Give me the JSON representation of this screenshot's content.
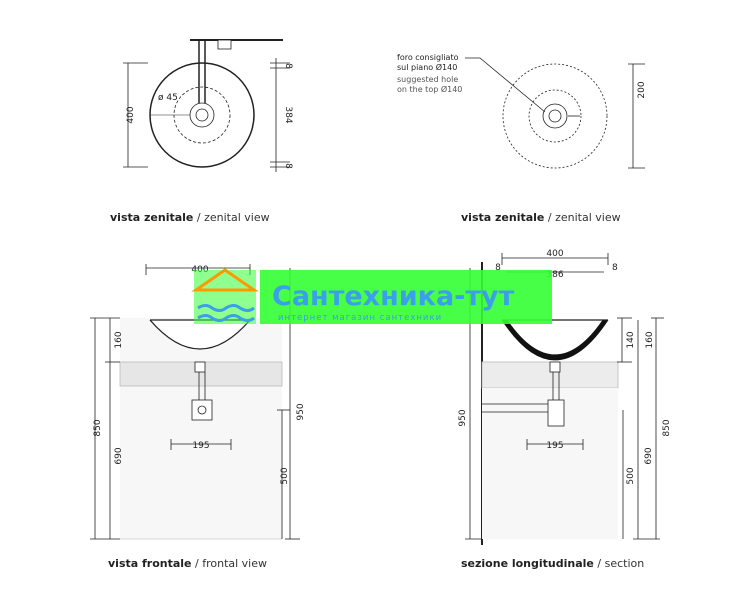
{
  "captions": {
    "top_left": {
      "bold": "vista zenitale",
      "rest": " / zenital view"
    },
    "top_right": {
      "bold": "vista zenitale",
      "rest": " / zenital view"
    },
    "bottom_left": {
      "bold": "vista frontale",
      "rest": " / frontal view"
    },
    "bottom_right": {
      "bold": "sezione longitudinale",
      "rest": " / section"
    }
  },
  "top_left_dims": {
    "diameter": "400",
    "hole": "ø 45",
    "inner": "384",
    "edge_top": "8",
    "edge_bottom": "8"
  },
  "top_right_dims": {
    "depth": "200",
    "note_line1": "foro consigliato",
    "note_line2": "sul piano Ø140",
    "note_line3": "suggested hole",
    "note_line4": "on the top Ø140"
  },
  "front_dims": {
    "width": "400",
    "bowl_height": "160",
    "floor_to_rim": "850",
    "floor_to_drain": "690",
    "floor_to_counter": "950",
    "floor_to_top": "500",
    "trap_spacing": "195"
  },
  "section_dims": {
    "width": "400",
    "inner": "386",
    "edge_left": "8",
    "edge_right": "8",
    "bowl_inner": "140",
    "bowl_outer": "160",
    "floor_to_counter": "950",
    "trap_spacing": "195",
    "floor_to_top": "500",
    "floor_to_drain": "690",
    "floor_to_rim": "850"
  },
  "watermark": {
    "title": "Сантехника-тут",
    "subtitle": "интернет магазин сантехники",
    "colors": {
      "green": "#33ff33",
      "orange": "#ff9900",
      "blue": "#3aa0e8"
    }
  }
}
